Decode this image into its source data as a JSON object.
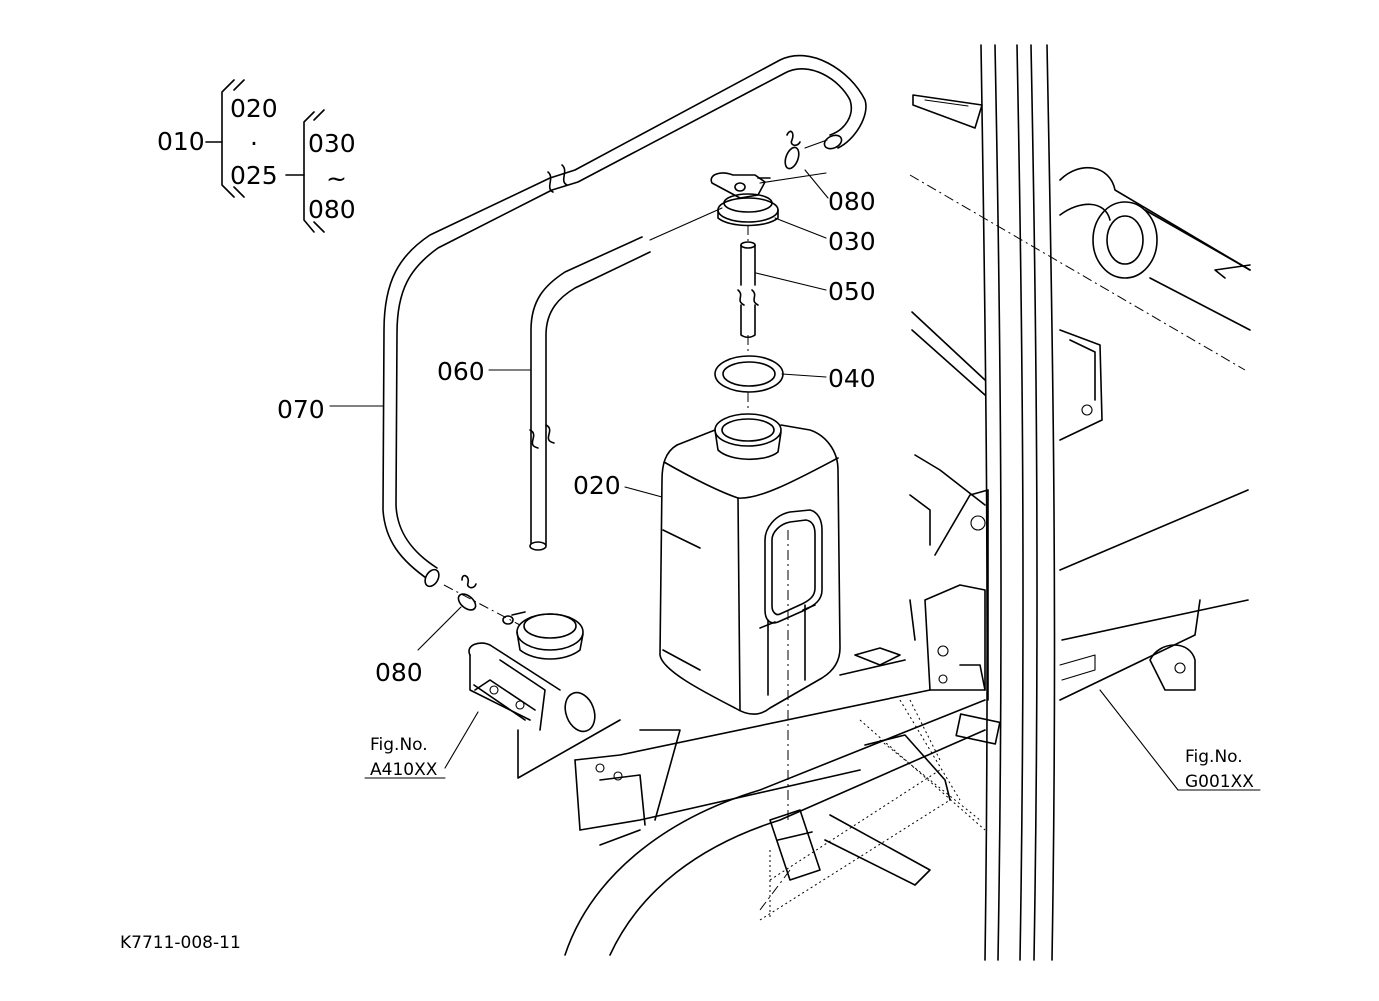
{
  "legend": {
    "root": "010",
    "branch_a_top": "020",
    "branch_a_sep": "·",
    "branch_a_bottom": "025",
    "branch_b_top": "030",
    "branch_b_sep": "~",
    "branch_b_bottom": "080"
  },
  "callouts": {
    "clamp_top": "080",
    "cap": "030",
    "pipe": "050",
    "packing": "040",
    "hose_short": "060",
    "hose_long": "070",
    "tank": "020",
    "clamp_bottom": "080"
  },
  "refs": {
    "fig_left_line1": "Fig.No.",
    "fig_left_line2": "A410XX",
    "fig_right_line1": "Fig.No.",
    "fig_right_line2": "G001XX"
  },
  "drawing_code": "K7711-008-11"
}
